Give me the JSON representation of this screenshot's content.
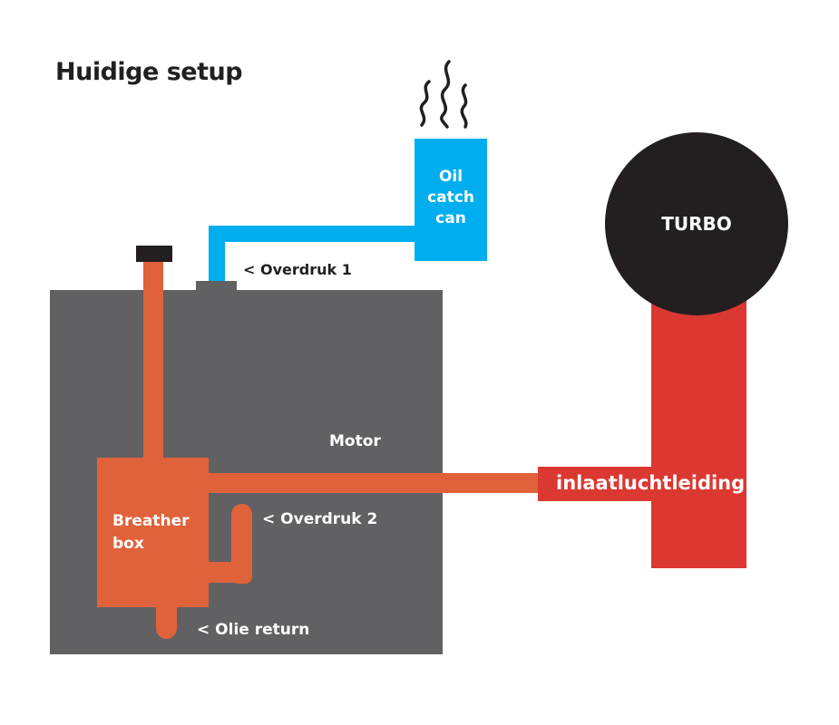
{
  "title": "Huidige setup",
  "components": {
    "oil_catch_can": {
      "label_lines": [
        "Oil",
        "catch",
        "can"
      ],
      "color": "#00aeef"
    },
    "turbo": {
      "label": "TURBO",
      "color": "#231f20"
    },
    "motor": {
      "label": "Motor",
      "color": "#616163"
    },
    "breather_box": {
      "label_lines": [
        "Breather",
        "box"
      ],
      "color": "#e0623a"
    },
    "intake_pipe": {
      "label": "inlaatluchtleiding",
      "color": "#db3832"
    }
  },
  "annotations": {
    "overdruk_1": "< Overdruk 1",
    "overdruk_2": "< Overdruk 2",
    "olie_return": "< Olie return"
  },
  "icons": {
    "steam": "steam-wavy-lines-icon"
  }
}
